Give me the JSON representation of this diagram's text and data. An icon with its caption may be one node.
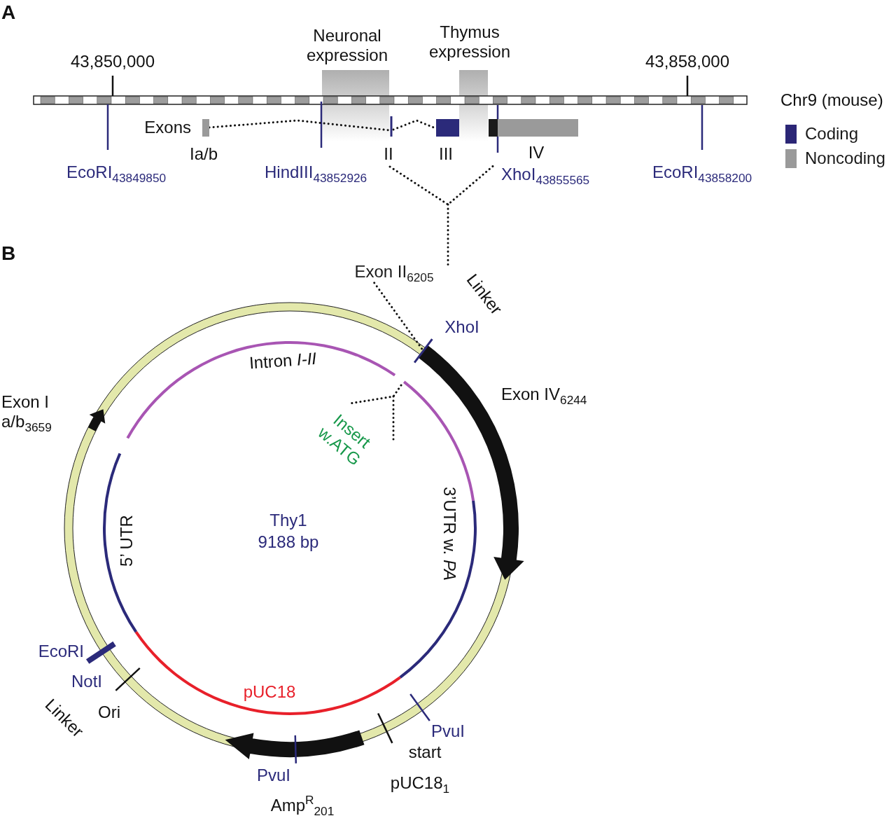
{
  "diagram": {
    "nodes": [
      {
        "text": [
          "Exon II$_{6205}$"
        ]
      },
      {
        "text": [],
        "shape": "bar"
      }
    ],
    "edges": [
      {
        "from": 0,
        "to": 1,
        "arrow": "none",
        "style": "dashed"
      }
    ],
    "labels": [
      "A",
      "43,850,000",
      "Neuronal expression",
      "Thymus expression",
      "43,858,000",
      "Chr9 (mouse)",
      "Exons",
      "Ia/b",
      "II",
      "III",
      "IV",
      "EcoRI$_{43849850}$",
      "HindIII$_{43852926}$",
      "XhoI$_{43855565}$",
      "EcoRI$_{43858200}$",
      "B",
      "Linker",
      "XhoI",
      "Intron *I-II*",
      "Exon IV$_{6244}$",
      "Exon I a/b$_{3659}$",
      "Insert w.ATG",
      "Thy1",
      "9188 bp",
      "3’UTR w. *PA*",
      "5’ UTR",
      "EcoRI",
      "NotI",
      "Linker",
      "Ori",
      "pUC18",
      "PvuI",
      "start",
      "PvuI",
      "pUC18$_{1}$",
      "Amp$^{R}$$_{201}$"
    ],
    "legend": [
      {
        "text": "Coding",
        "color": "#2b2676"
      },
      {
        "text": "Noncoding",
        "color": "#9a9a9a"
      }
    ]
  }
}
